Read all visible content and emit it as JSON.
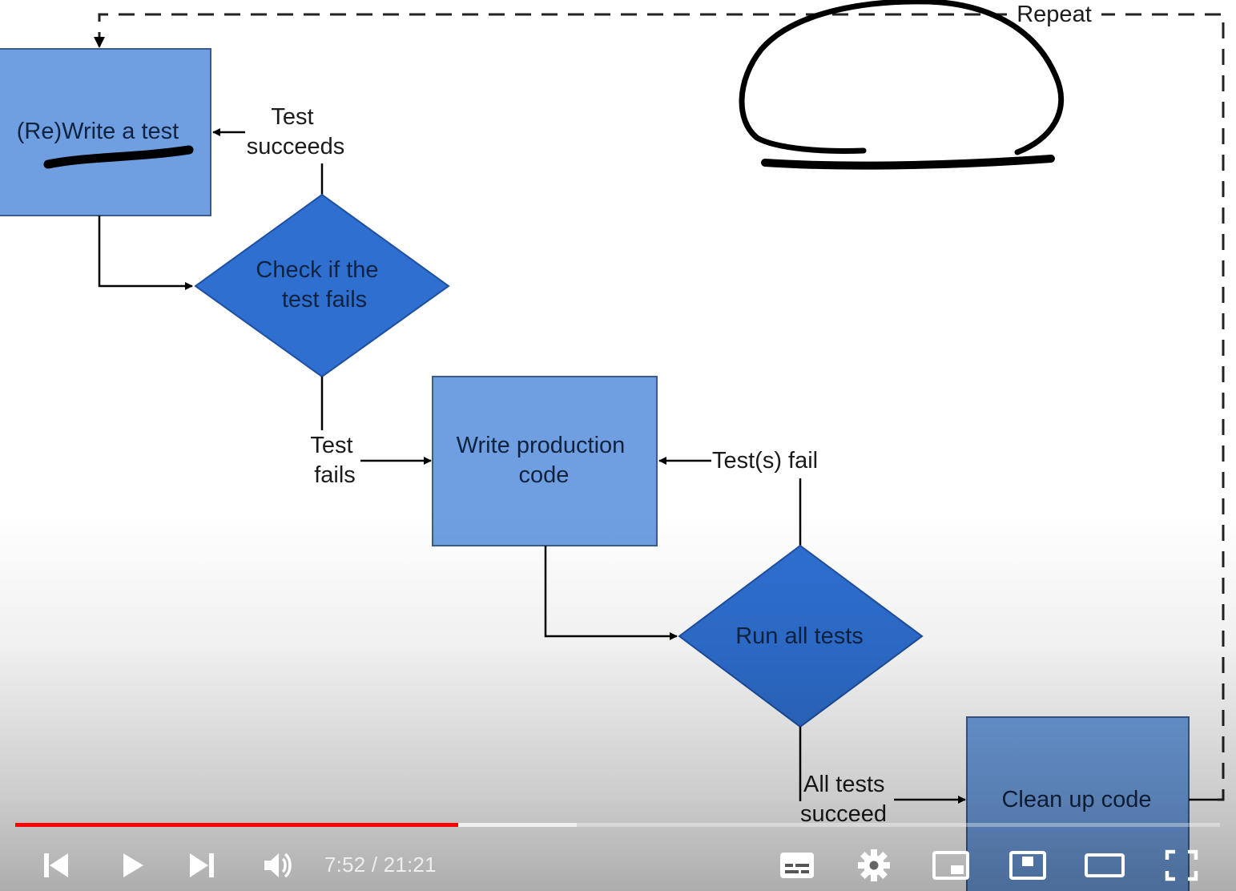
{
  "diagram": {
    "repeat_label": "Repeat",
    "nodes": {
      "write_test": "(Re)Write a test",
      "check_fails": [
        "Check if the",
        "test fails"
      ],
      "write_code": [
        "Write production",
        "code"
      ],
      "run_tests": "Run all tests",
      "cleanup": "Clean up code"
    },
    "edges": {
      "test_succeeds": [
        "Test",
        "succeeds"
      ],
      "test_fails": [
        "Test",
        "fails"
      ],
      "tests_fail": "Test(s) fail",
      "all_succeed": [
        "All tests",
        "succeed"
      ]
    },
    "colors": {
      "box_fill": "#6f9fe0",
      "diamond_fill": "#2e6fd0",
      "cleanup_fill": "#5a85c8",
      "ink": "#000000"
    }
  },
  "player": {
    "time_display": "7:52 / 21:21",
    "progress": {
      "played_fraction": 0.368,
      "buffered_fraction": 0.466
    },
    "accent": "#ff0000",
    "controls": [
      "previous-icon",
      "play-icon",
      "next-icon",
      "volume-icon",
      "subtitles-icon",
      "settings-gear-icon",
      "miniplayer-icon",
      "theater-mode-icon",
      "wide-mode-icon",
      "fullscreen-icon"
    ]
  }
}
